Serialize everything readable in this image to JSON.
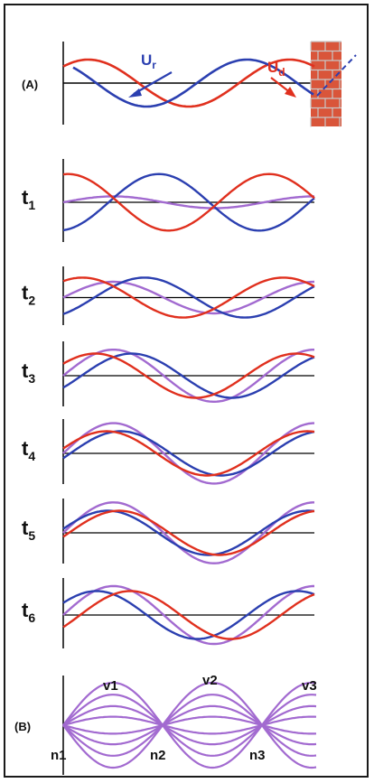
{
  "colors": {
    "red": "#e0301e",
    "blue": "#2b3fb0",
    "purple": "#a26ad0",
    "axis": "#000000",
    "brick": "#d9553a",
    "mortar": "#c8c8c8"
  },
  "panelA": {
    "label": "(A)",
    "ur_label": "U",
    "ur_sub": "r",
    "ud_label": "U",
    "ud_sub": "d"
  },
  "time_panels": [
    {
      "label": "t",
      "sub": "1"
    },
    {
      "label": "t",
      "sub": "2"
    },
    {
      "label": "t",
      "sub": "3"
    },
    {
      "label": "t",
      "sub": "4"
    },
    {
      "label": "t",
      "sub": "5"
    },
    {
      "label": "t",
      "sub": "6"
    }
  ],
  "panelB": {
    "label": "(B)",
    "antinodes": [
      "v1",
      "v2",
      "v3"
    ],
    "nodes": [
      "n1",
      "n2",
      "n3"
    ]
  }
}
